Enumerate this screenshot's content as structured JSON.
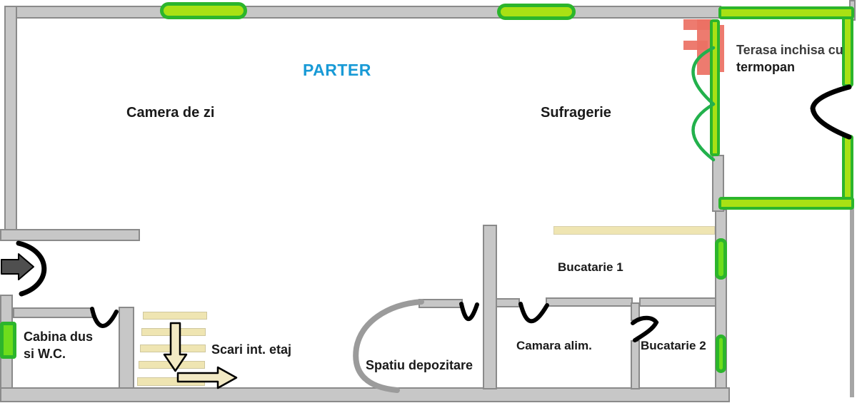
{
  "plan": {
    "title": "PARTER",
    "rooms": {
      "camera_de_zi": "Camera de zi",
      "sufragerie": "Sufragerie",
      "terasa_line1": "Terasa inchisa cu",
      "terasa_line2": "termopan",
      "bucatarie1": "Bucatarie 1",
      "cabina_line1": "Cabina dus",
      "cabina_line2": "si W.C.",
      "scari": "Scari int. etaj",
      "spatiu": "Spatiu depozitare",
      "camara": "Camara alim.",
      "bucatarie2": "Bucatarie 2"
    },
    "colors": {
      "title_blue": "#189ad6",
      "wall_gray": "#c7c7c7",
      "wall_outline": "#8a8a8a",
      "window_border_green": "#2cb52c",
      "window_fill_green": "#a9e114",
      "side_window_fill": "#6edd1c",
      "stair_beige": "#efe5b2",
      "logo_salmon": "#ec7063",
      "door_arc_black": "#000000",
      "terasa_door_green": "#22b14c"
    },
    "icons": {
      "entrance_arrow": "arrow-right",
      "stairs_down_arrow": "arrow-down",
      "stairs_right_arrow": "arrow-right"
    }
  }
}
